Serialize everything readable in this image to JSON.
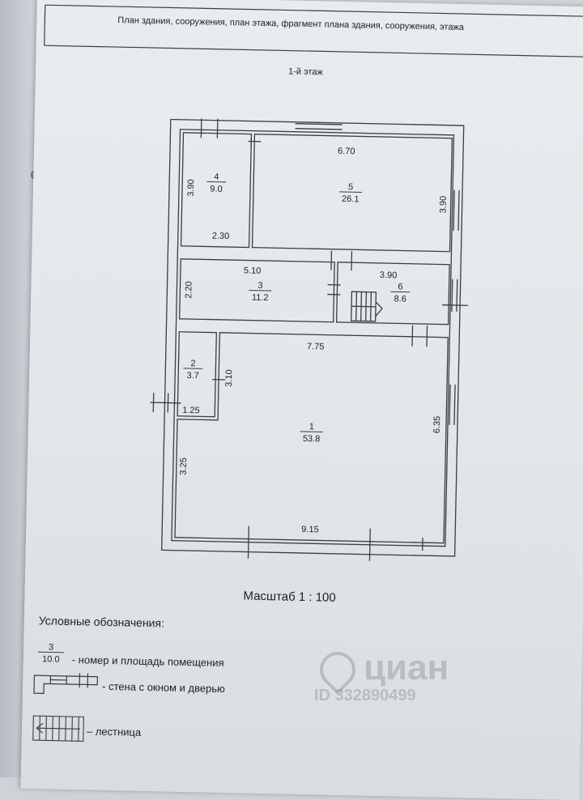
{
  "header": {
    "title": "План здания, сооружения, план этажа, фрагмент плана здания, сооружения, этажа"
  },
  "floor_title": "1-й этаж",
  "rooms": [
    {
      "number": "4",
      "area": "9.0"
    },
    {
      "number": "5",
      "area": "26.1"
    },
    {
      "number": "3",
      "area": "11.2"
    },
    {
      "number": "6",
      "area": "8.6"
    },
    {
      "number": "2",
      "area": "3.7"
    },
    {
      "number": "1",
      "area": "53.8"
    }
  ],
  "dimensions": {
    "r4_left": "3.90",
    "r4_bottom": "2.30",
    "r5_top": "6.70",
    "r5_right": "3.90",
    "r3_top": "5.10",
    "r3_left": "2.20",
    "r6_top": "3.90",
    "r1_top": "7.75",
    "r2_right": "3.10",
    "r2_bottom": "1.25",
    "r1_right": "6.35",
    "r1_left": "3.25",
    "r1_bottom": "9.15"
  },
  "scale": "Масштаб 1 : 100",
  "legend": {
    "title": "Условные обозначения:",
    "sample_number": "3",
    "sample_area": "10.0",
    "room_label": "- номер и площадь помещения",
    "wall_label": "- стена с окном и дверью",
    "stairs_label": "– лестница"
  },
  "watermark": {
    "brand": "циан",
    "id": "ID 332890499"
  },
  "colors": {
    "line": "#3a3d42",
    "paper": "#e4e7eb"
  }
}
